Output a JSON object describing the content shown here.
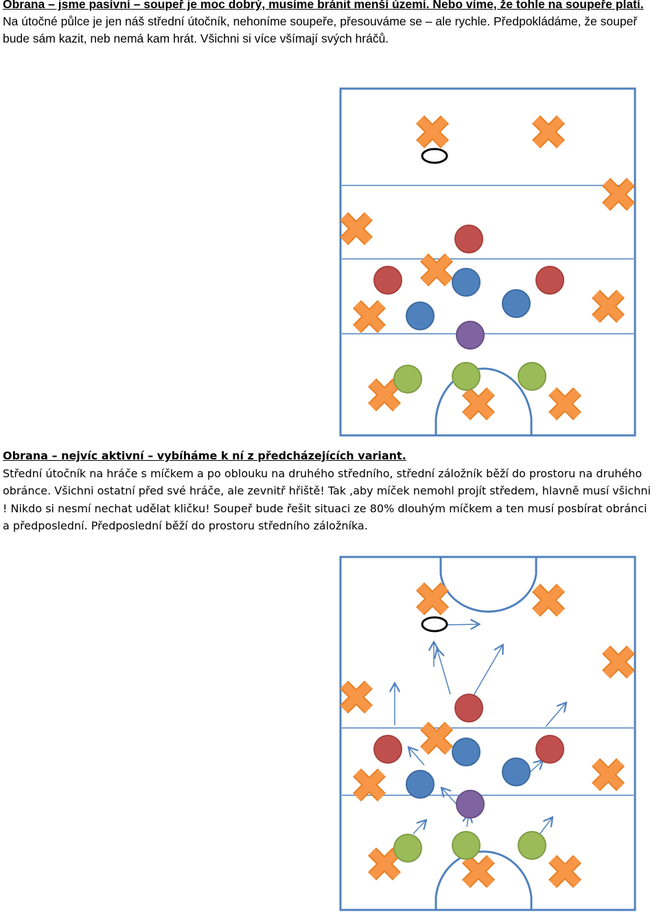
{
  "section1": {
    "heading": "Obrana – jsme pasívní – soupeř je moc dobrý, musíme bránit menší území. Nebo víme, že tohle na soupeře platí.",
    "body": "Na útočné půlce je jen náš střední útočník, nehoníme soupeře, přesouváme se – ale rychle. Předpokládáme, že soupeř bude sám kazit, neb nemá kam hrát. Všichni si více všímají svých hráčů."
  },
  "section2": {
    "heading": "Obrana – nejvíc aktivní – vybíháme k ní z předcházejících variant.",
    "body": "Střední útočník na hráče s míčkem a po oblouku na druhého středního, střední záložník běží do prostoru na druhého obránce. Všichni ostatní před své hráče, ale zevnitř hřiště! Tak ,aby míček nemohl projít středem, hlavně musí všichni ! Nikdo si nesmí nechat udělat kličku! Soupeř bude řešit situaci ze 80% dlouhým míčkem a ten musí posbírat obránci a předposlední. Předposlední běží do prostoru středního záložníka."
  },
  "colors": {
    "pitch_line": "#4f81bd",
    "opponent": "#f79646",
    "opponent_stroke": "#e67e22",
    "forward": "#c0504d",
    "midfielder": "#4f81bd",
    "center_midfielder": "#8064a2",
    "defender": "#9bbb59",
    "ball": "#000000",
    "arrow": "#4f81bd"
  },
  "legend_icons": {
    "opponent": "x-marker-icon",
    "teammate": "circle-player-icon",
    "ball": "ball-icon",
    "movement": "arrow-icon"
  }
}
